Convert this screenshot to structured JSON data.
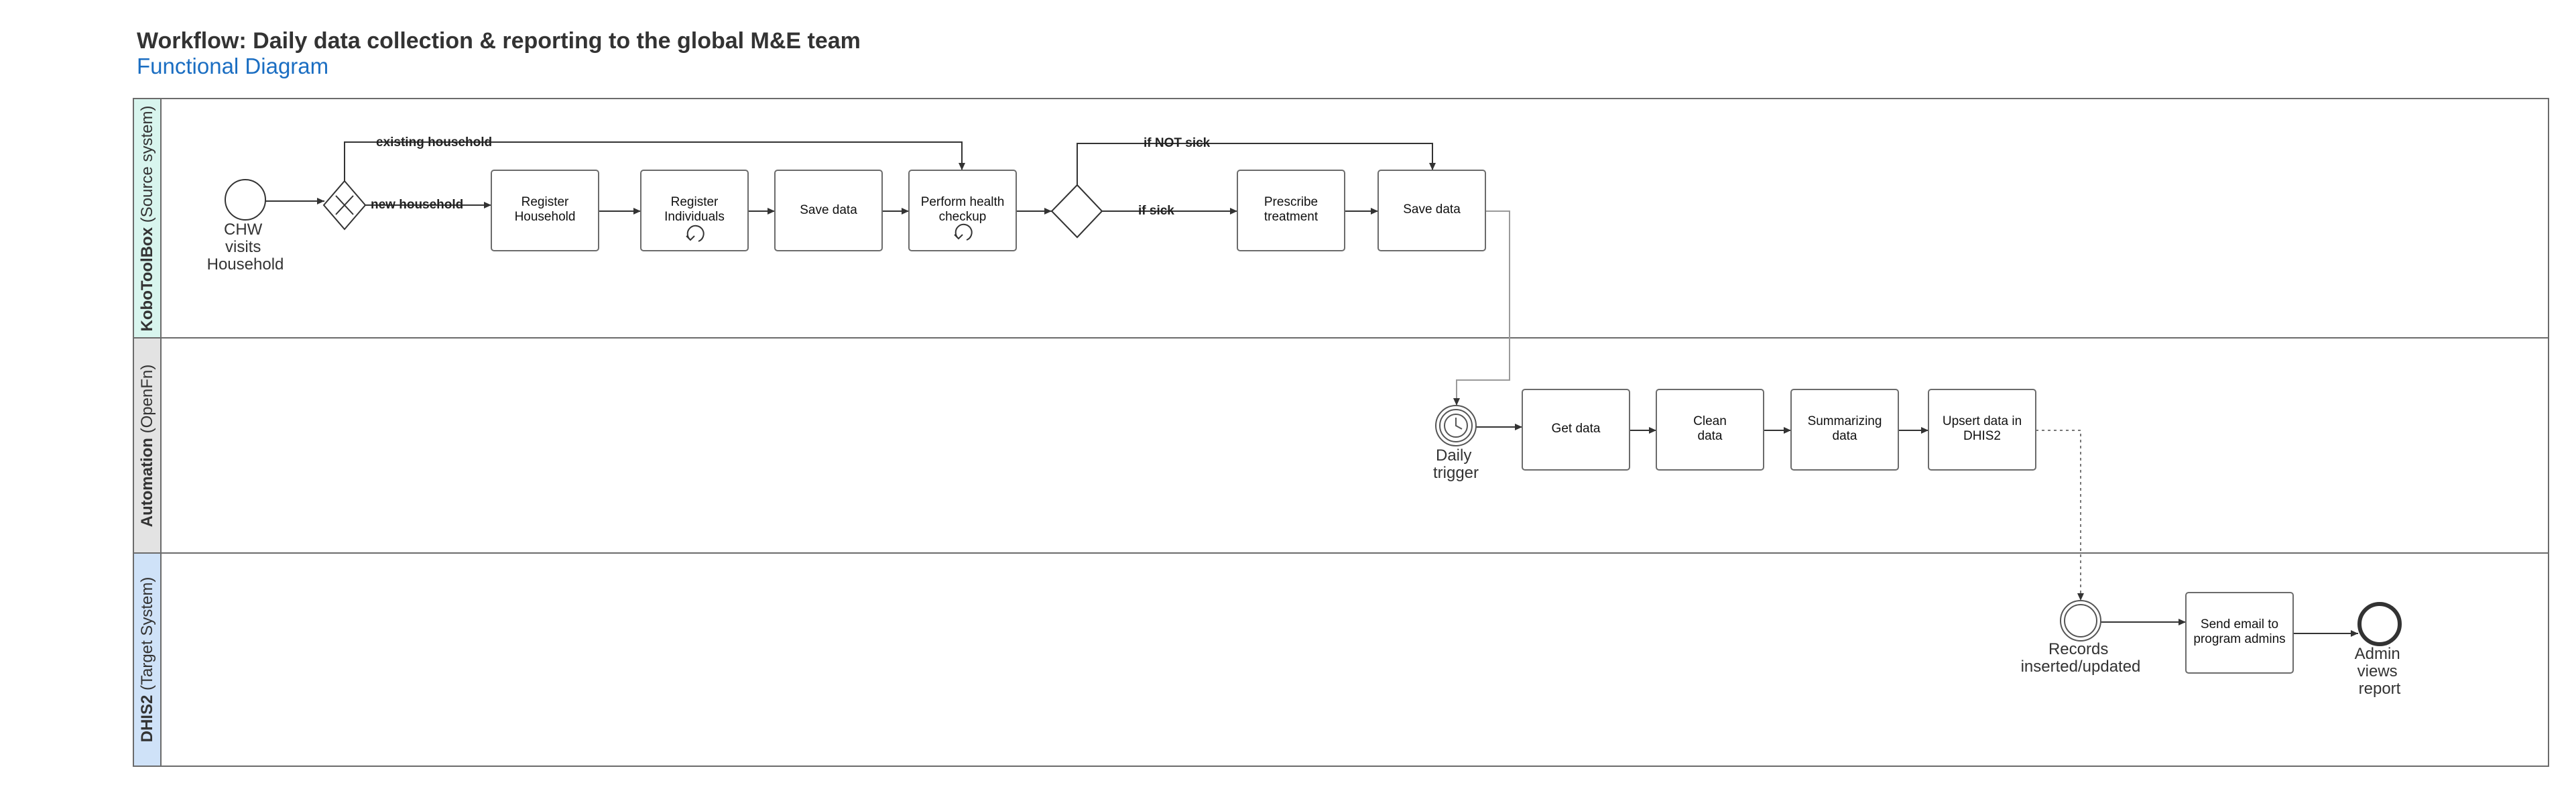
{
  "header": {
    "title": "Workflow: Daily data collection & reporting to the global M&E team",
    "subtitle": "Functional Diagram"
  },
  "colors": {
    "lane1_header": "#d8f5ee",
    "lane2_header": "#e3e3e3",
    "lane3_header": "#cfe2f8",
    "subtitle": "#1b6ec2"
  },
  "lanes": [
    {
      "bold": "KoboToolBox",
      "rest": " (Source system)"
    },
    {
      "bold": "Automation",
      "rest": " (OpenFn)"
    },
    {
      "bold": "DHIS2",
      "rest": "  (Target System)"
    }
  ],
  "events": {
    "chw": [
      "CHW",
      "visits",
      "Household"
    ],
    "daily": [
      "Daily",
      "trigger"
    ],
    "records": [
      "Records",
      "inserted/updated"
    ],
    "admin": [
      "Admin",
      "views",
      "report"
    ]
  },
  "tasks": {
    "register_household": [
      "Register",
      "Household"
    ],
    "register_individuals": [
      "Register",
      "Individuals"
    ],
    "save_data_1": [
      "Save data"
    ],
    "health_checkup": [
      "Perform health",
      "checkup"
    ],
    "prescribe": [
      "Prescribe",
      "treatment"
    ],
    "save_data_2": [
      "Save data"
    ],
    "get_data": [
      "Get data"
    ],
    "clean_data": [
      "Clean",
      "data"
    ],
    "summarizing": [
      "Summarizing",
      "data"
    ],
    "upsert": [
      "Upsert data in",
      "DHIS2"
    ],
    "send_email": [
      "Send email to",
      "program admins"
    ]
  },
  "edge_labels": {
    "existing_household": "existing household",
    "new_household": "new household",
    "if_not_sick": "if NOT sick",
    "if_sick": "if sick"
  },
  "icons": [
    "gateway-x-icon",
    "loop-marker-icon",
    "timer-clock-icon",
    "intermediate-event-icon",
    "end-event-icon"
  ]
}
